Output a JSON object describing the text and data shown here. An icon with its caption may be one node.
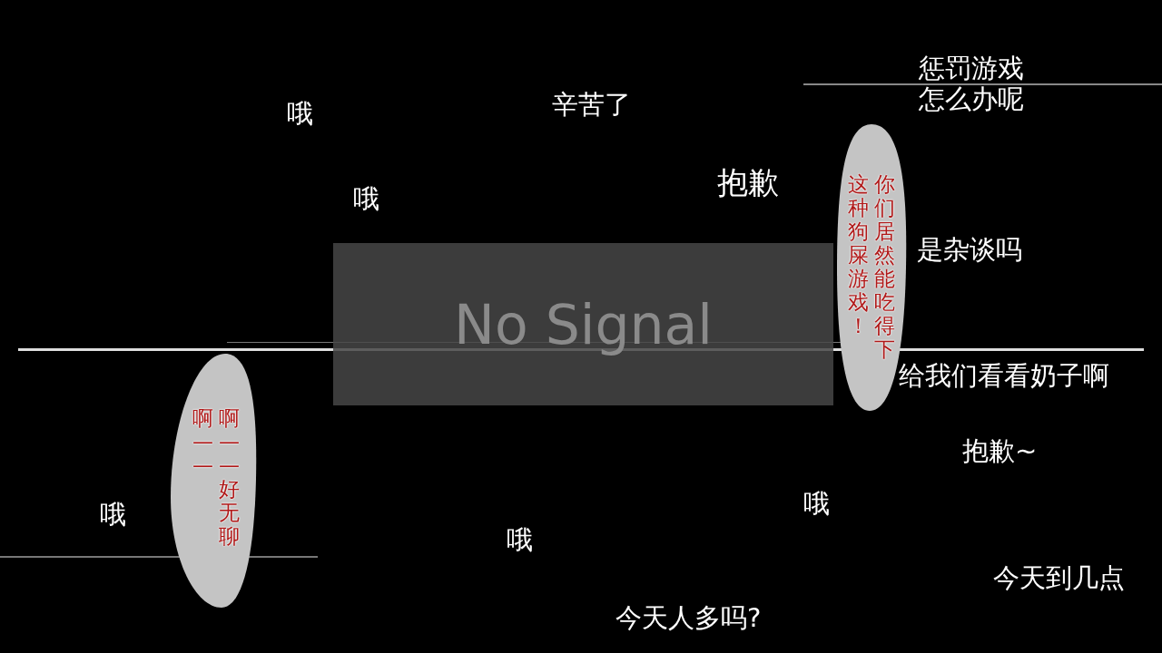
{
  "diagram": {
    "nodes": [
      {
        "text": [
          "No Signal"
        ]
      },
      {
        "text": [
          "你们居然能吃得下这种狗屎游戏！"
        ]
      },
      {
        "text": [
          "啊——好无聊啊——"
        ]
      }
    ],
    "labels": [
      "惩罚游戏怎么办呢",
      "哦",
      "辛苦了",
      "哦",
      "抱歉",
      "是杂谈吗",
      "给我们看看奶子啊",
      "抱歉~",
      "哦",
      "哦",
      "哦",
      "今天到几点",
      "今天人多吗?"
    ]
  }
}
